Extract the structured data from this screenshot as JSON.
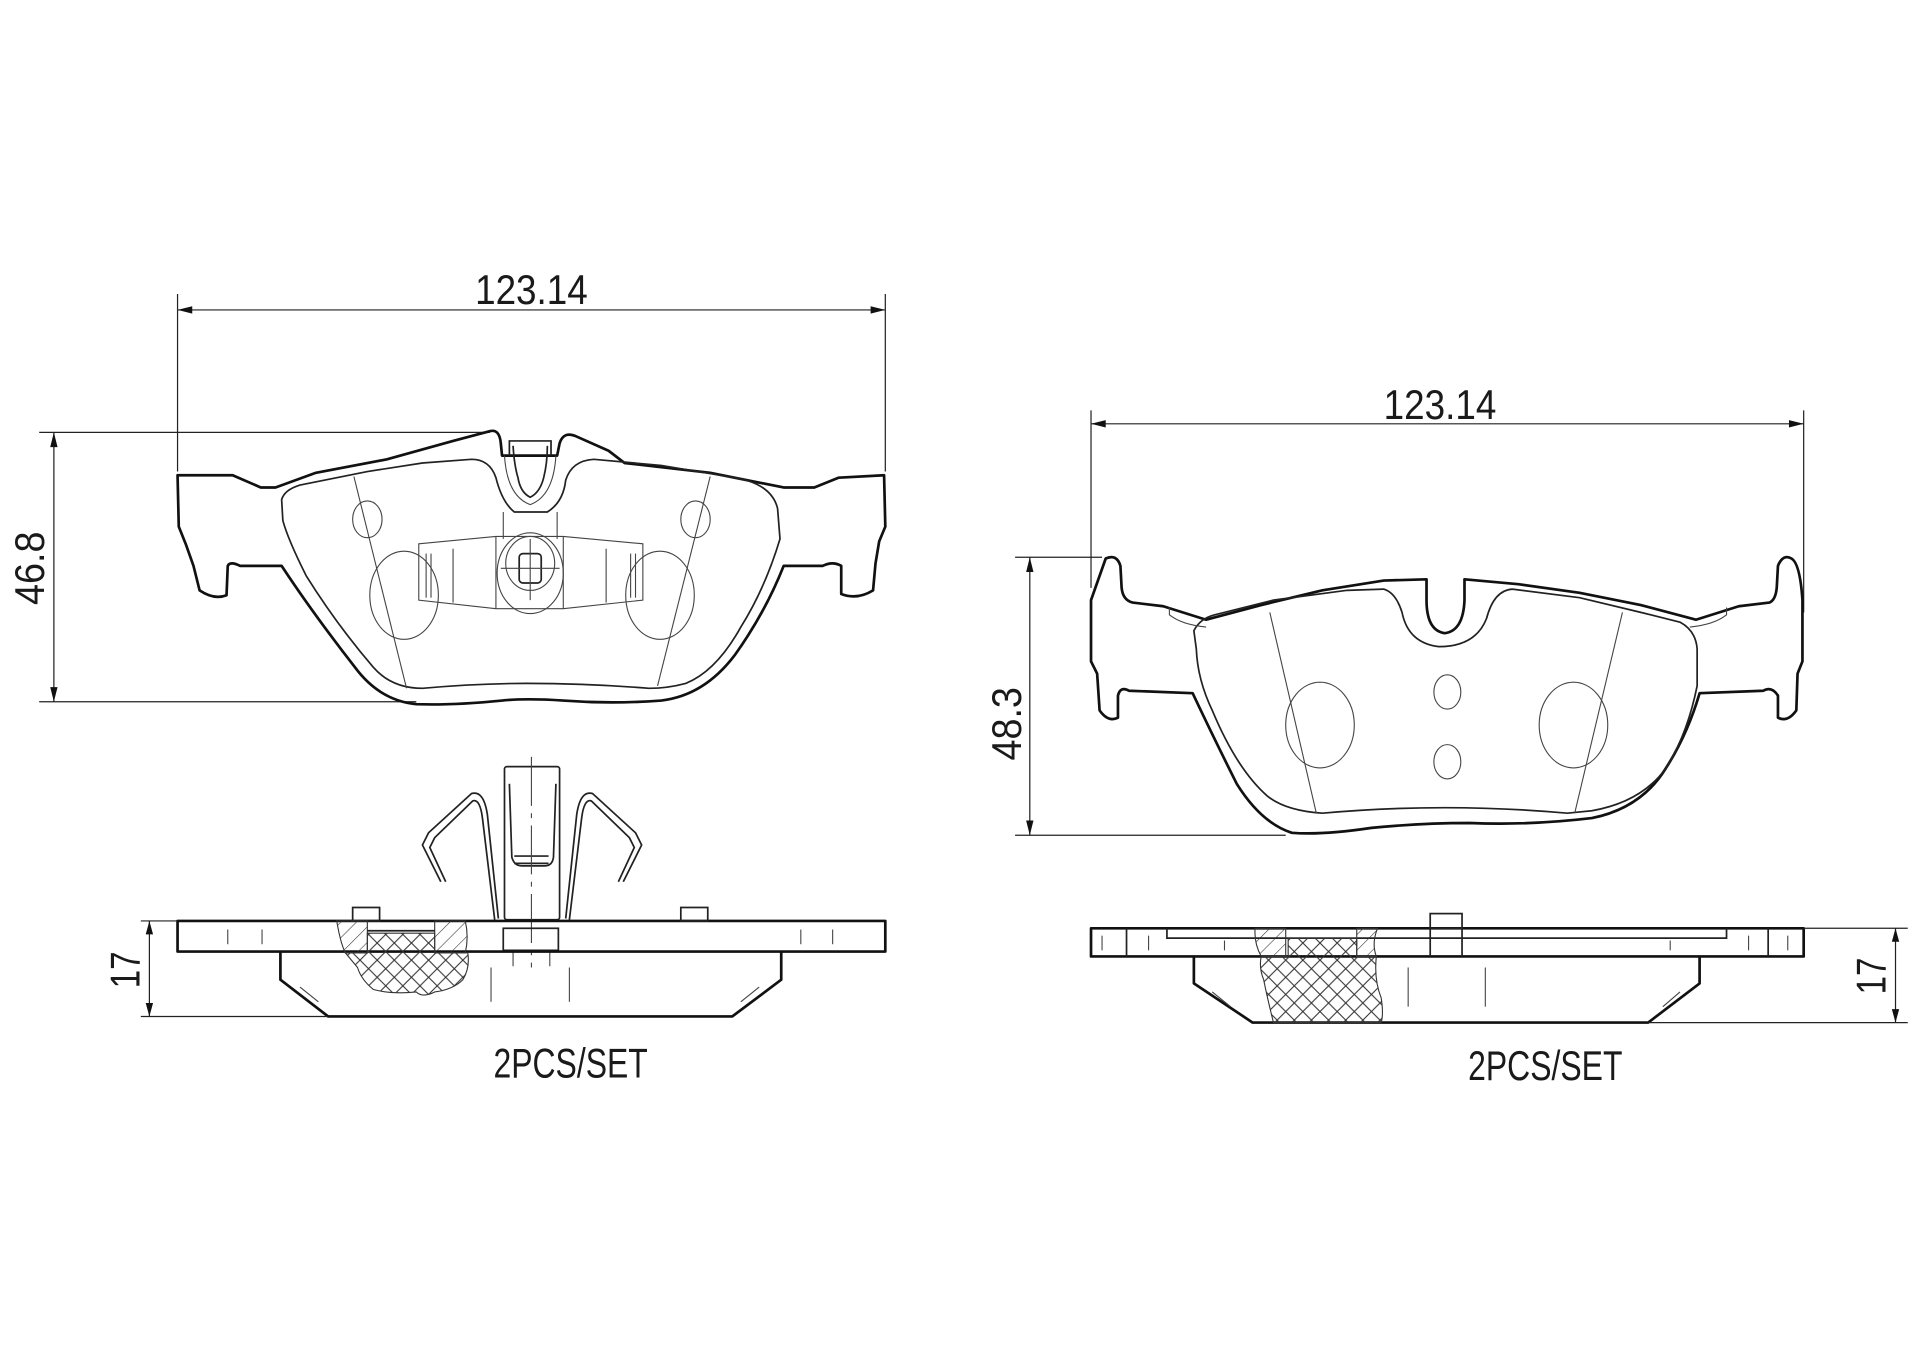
{
  "drawing": {
    "views": [
      {
        "id": "left-pad",
        "width_dimension": "123.14",
        "height_dimension": "46.8",
        "thickness_dimension": "17",
        "quantity_label": "2PCS/SET",
        "features": [
          "sensor-clip",
          "center-mount-plate",
          "two-pad-slots",
          "backing-plate-ears"
        ]
      },
      {
        "id": "right-pad",
        "width_dimension": "123.14",
        "height_dimension": "48.3",
        "thickness_dimension": "17",
        "quantity_label": "2PCS/SET",
        "features": [
          "center-notch",
          "two-pad-slots",
          "backing-plate-ears",
          "two-center-holes"
        ]
      }
    ],
    "line_color": "#111111",
    "background": "#ffffff"
  }
}
